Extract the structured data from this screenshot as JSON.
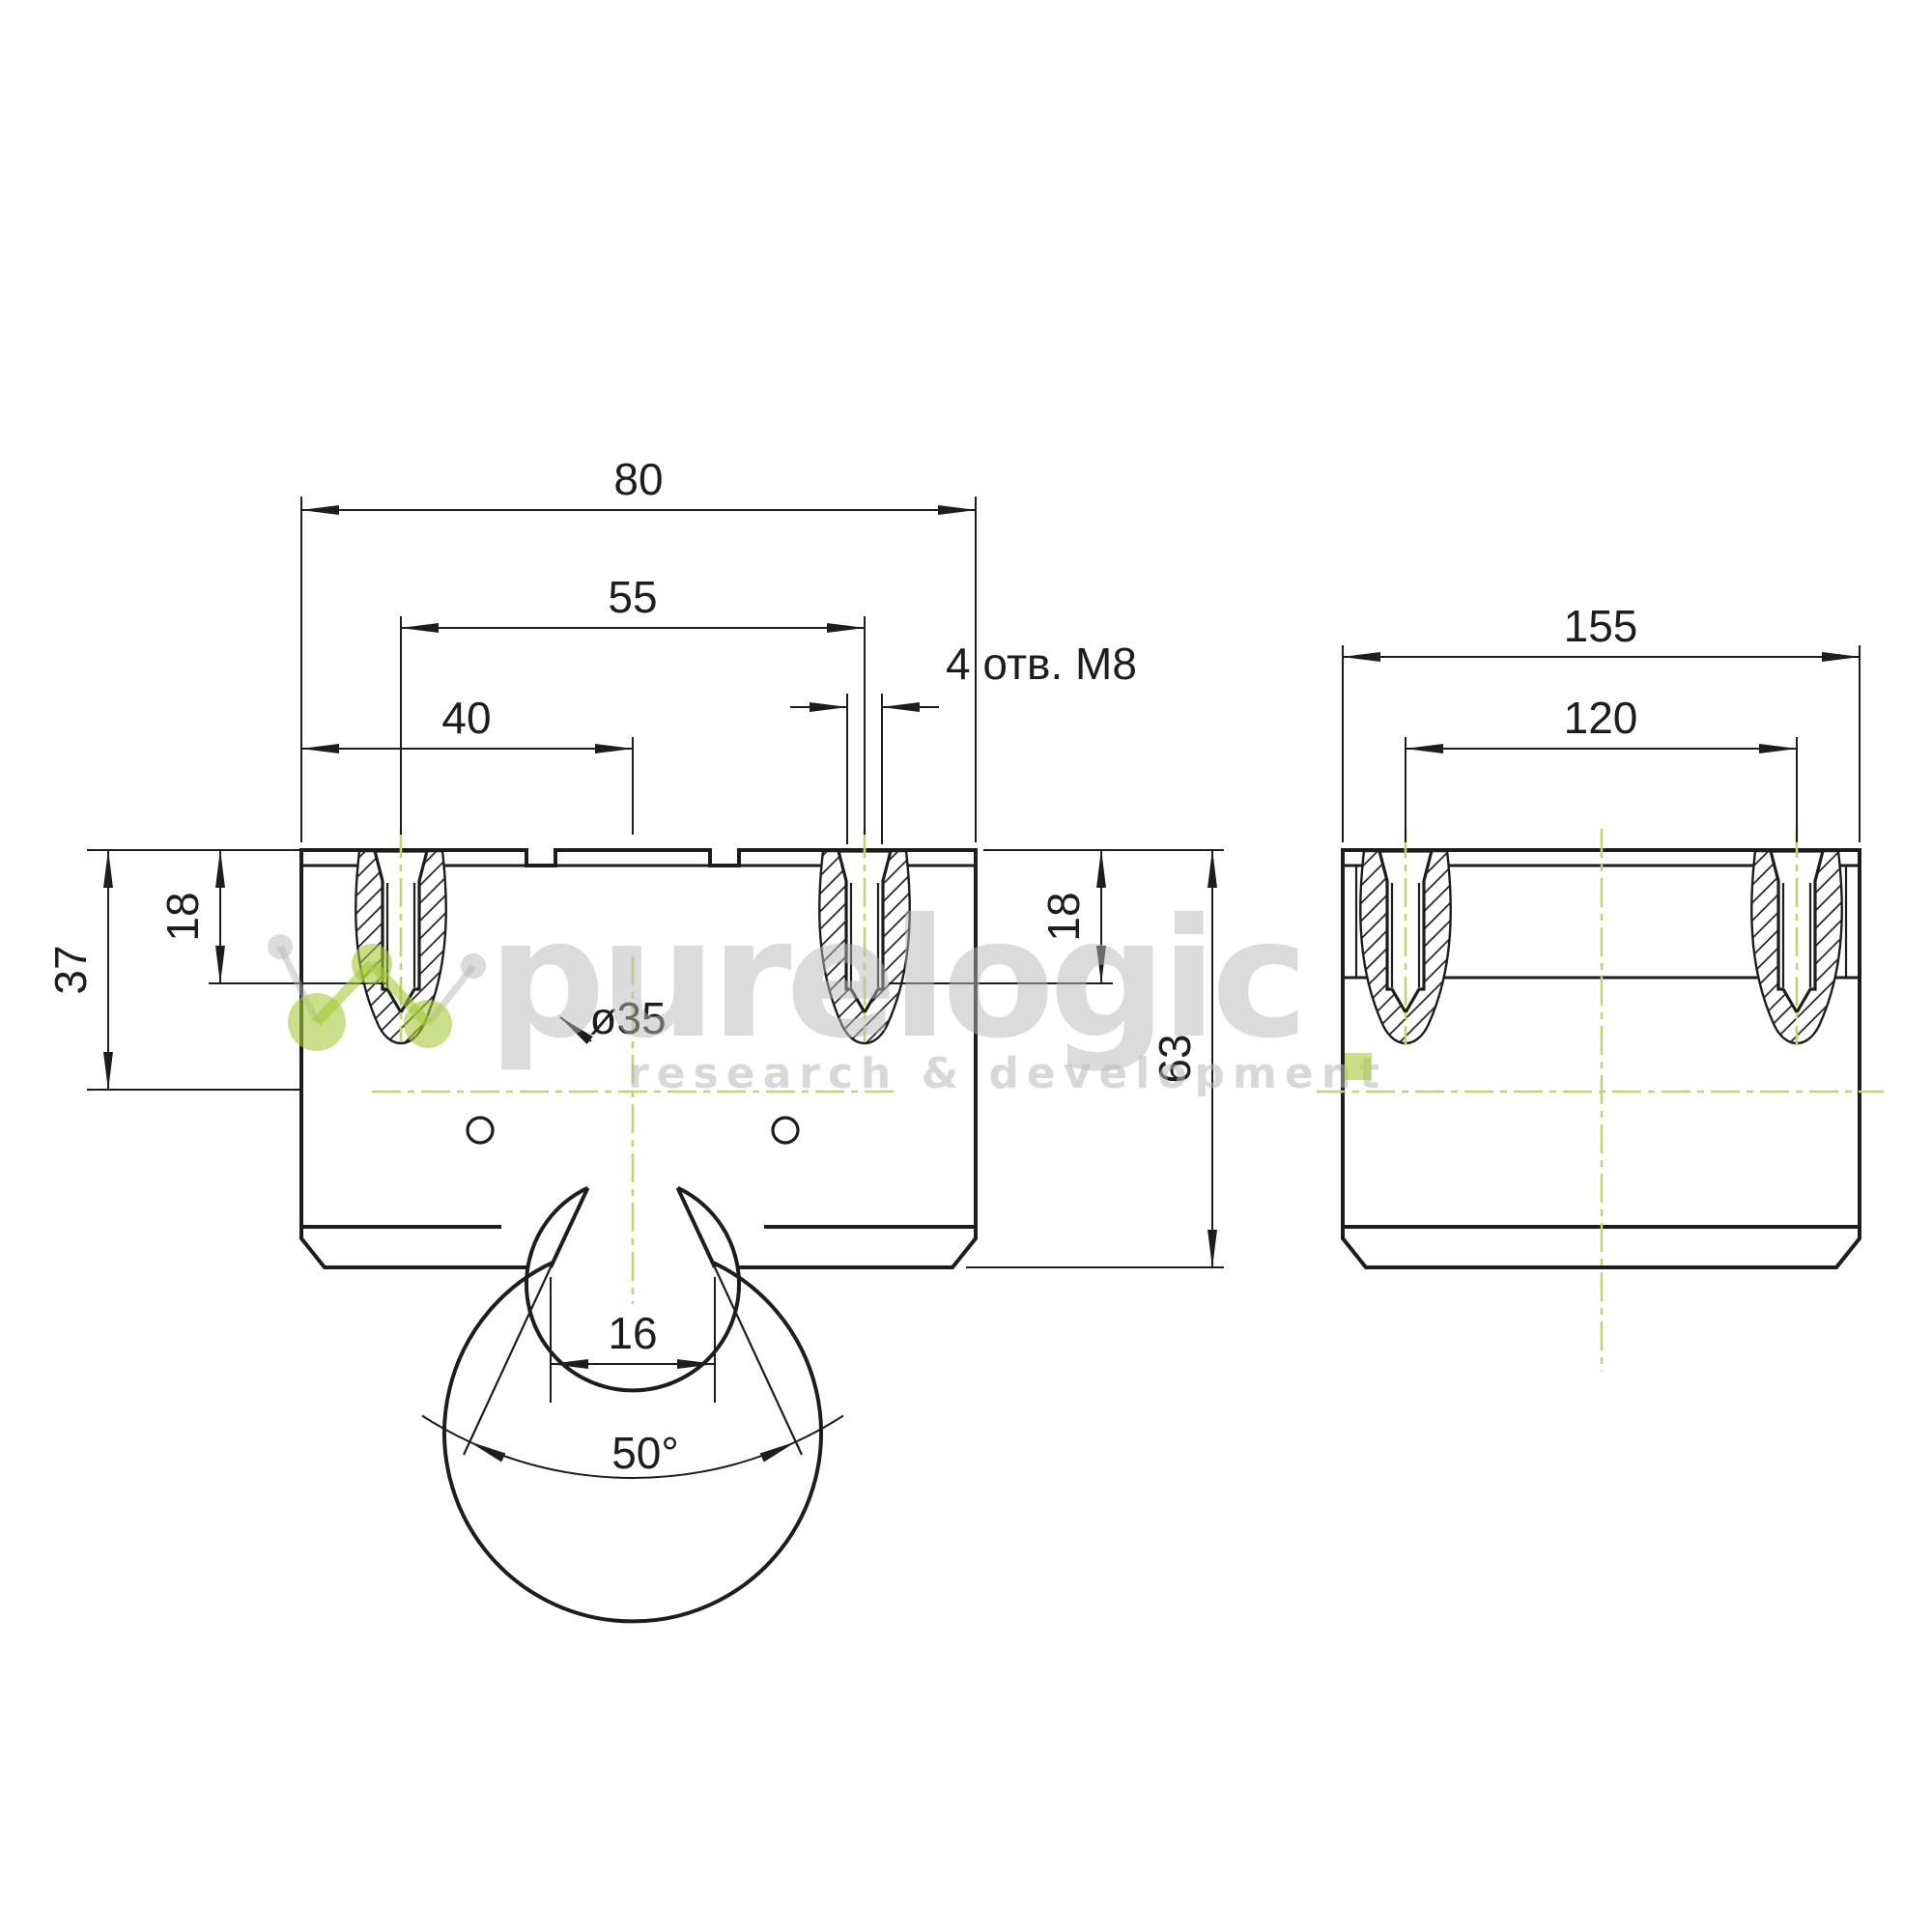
{
  "drawing": {
    "views": {
      "front": {
        "dimensions": {
          "overall_width": "80",
          "hole_spacing": "55",
          "hole_offset": "40",
          "holes_note": "4 отв. M8",
          "boss_depth_left": "18",
          "center_height": "37",
          "boss_depth_right": "18",
          "overall_height": "63",
          "bore_diameter": "ø35",
          "slot_width": "16",
          "slot_angle": "50°"
        }
      },
      "side": {
        "dimensions": {
          "overall_length": "155",
          "hole_spacing": "120"
        }
      }
    },
    "watermark": {
      "brand": "purelogic",
      "tagline": "research & development"
    },
    "colors": {
      "line": "#1d1d1b",
      "centerline": "#c3d36f",
      "watermark_gray": "#b8b8b8",
      "watermark_green": "#a9c83a",
      "background": "#ffffff"
    }
  }
}
